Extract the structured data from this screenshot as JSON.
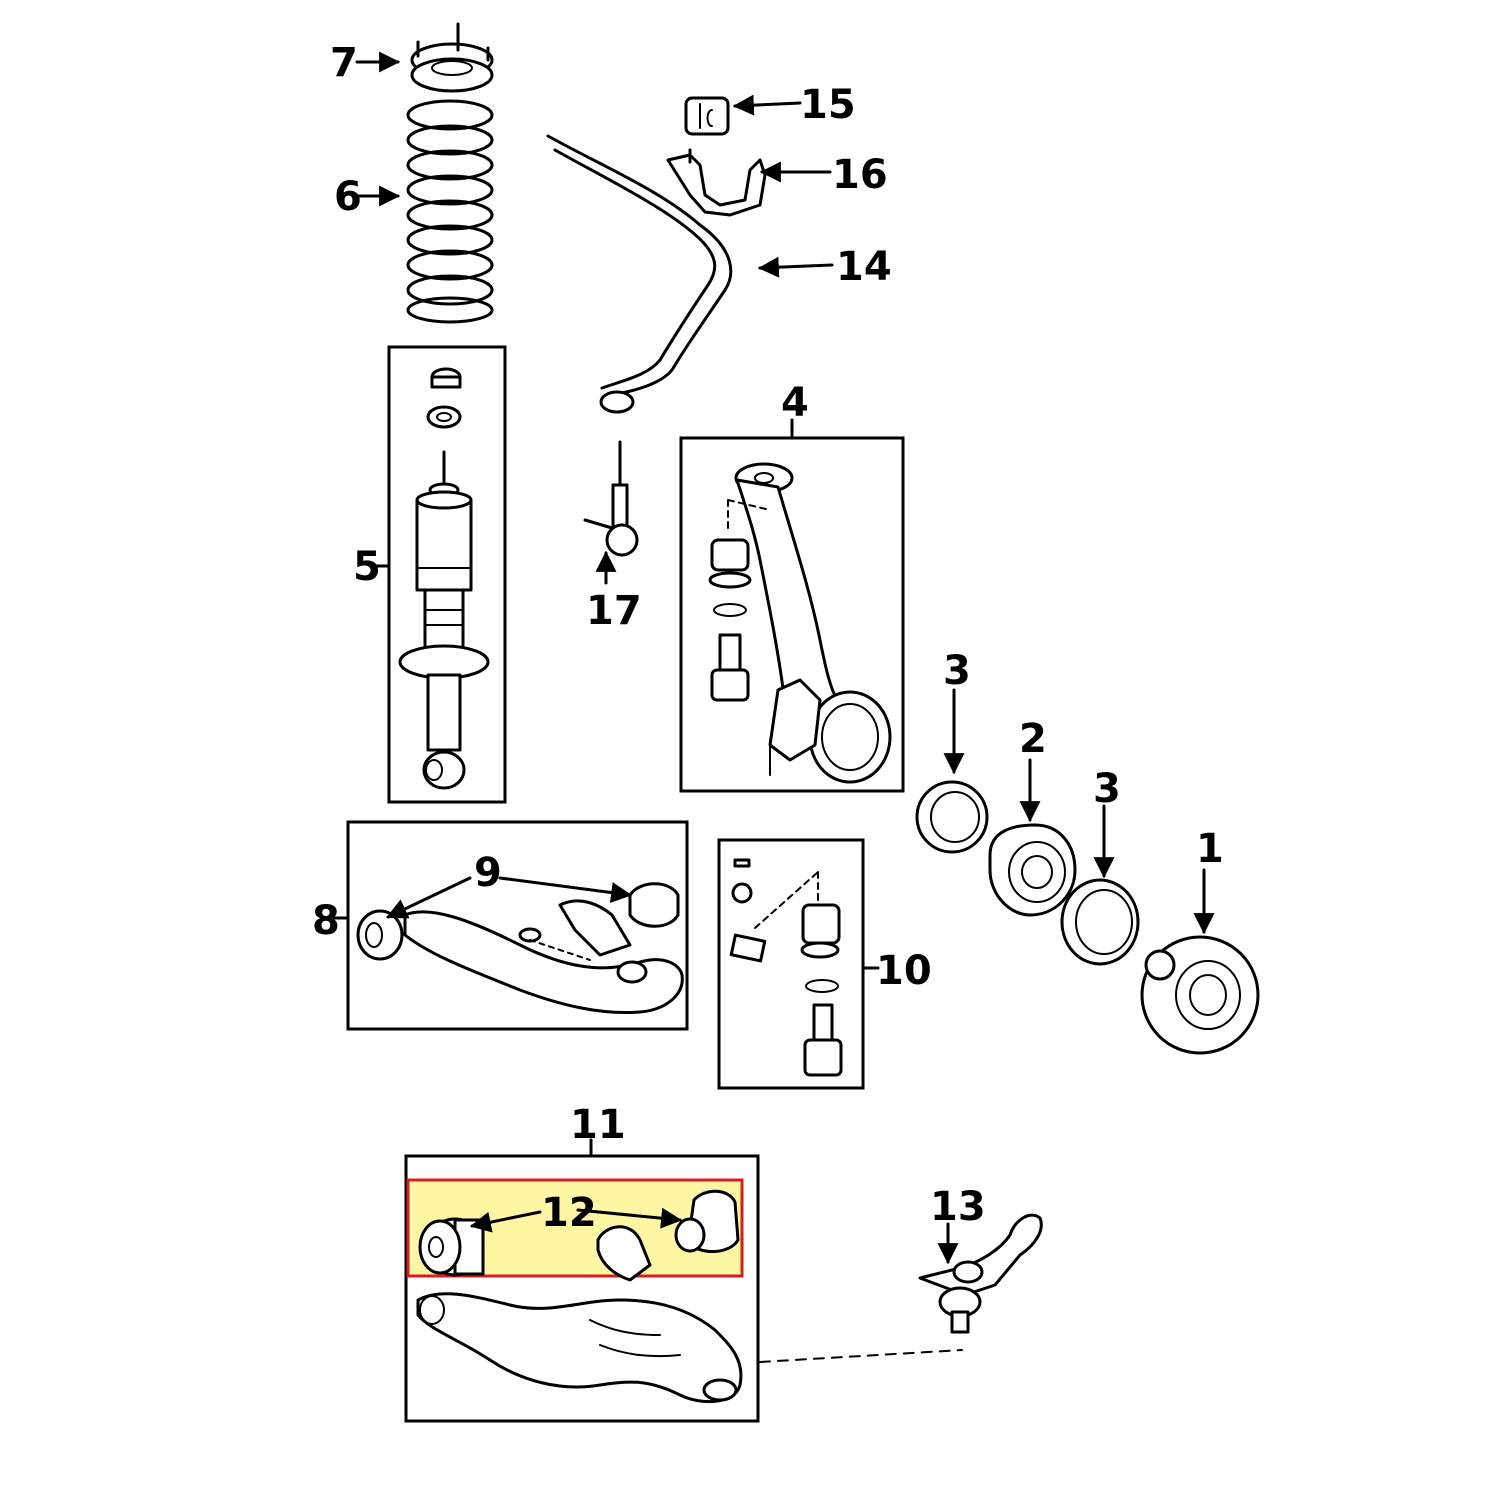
{
  "colors": {
    "highlight_fill": "#fdf6a3",
    "highlight_border": "#d21f1f",
    "ink": "#000000"
  },
  "callouts": {
    "c1": "1",
    "c2": "2",
    "c3a": "3",
    "c3b": "3",
    "c4": "4",
    "c5": "5",
    "c6": "6",
    "c7": "7",
    "c8": "8",
    "c9": "9",
    "c10": "10",
    "c11": "11",
    "c12": "12",
    "c13": "13",
    "c14": "14",
    "c15": "15",
    "c16": "16",
    "c17": "17"
  }
}
